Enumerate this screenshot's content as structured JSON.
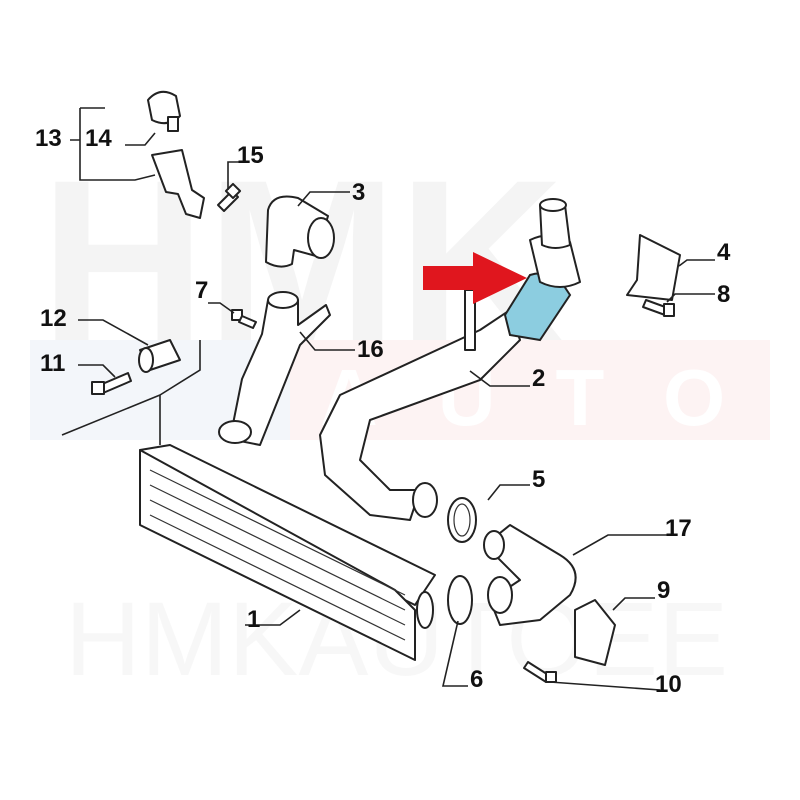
{
  "watermark": {
    "top": "HMK",
    "middle": "AUTO",
    "bottom": "HMKAUTOEE"
  },
  "highlight_color": "#8ccde0",
  "arrow_color": "#e0161e",
  "labels": {
    "p1": "1",
    "p2": "2",
    "p3": "3",
    "p4": "4",
    "p5": "5",
    "p6": "6",
    "p7": "7",
    "p8": "8",
    "p9": "9",
    "p10": "10",
    "p11": "11",
    "p12": "12",
    "p13": "13",
    "p14": "14",
    "p15": "15",
    "p16": "16",
    "p17": "17"
  }
}
